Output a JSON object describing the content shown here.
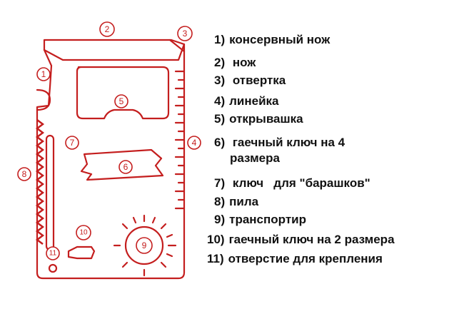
{
  "diagram": {
    "accent_color": "#c41e1e",
    "callouts": [
      "1",
      "2",
      "3",
      "4",
      "5",
      "6",
      "7",
      "8",
      "9",
      "10",
      "11"
    ]
  },
  "legend": [
    {
      "num": "1)",
      "text": "консервный нож"
    },
    {
      "num": "2)",
      "text": " нож"
    },
    {
      "num": "3)",
      "text": " отвертка"
    },
    {
      "num": "4)",
      "text": "линейка"
    },
    {
      "num": "5)",
      "text": "открывашка"
    },
    {
      "num": "6)",
      "text": " гаечный ключ на 4"
    },
    {
      "num": "",
      "text": "размера"
    },
    {
      "num": "7)",
      "text": " ключ   для \"барашков\""
    },
    {
      "num": "8)",
      "text": "пила"
    },
    {
      "num": "9)",
      "text": "транспортир"
    },
    {
      "num": "10)",
      "text": "гаечный ключ на 2 размера"
    },
    {
      "num": "11)",
      "text": "отверстие для крепления"
    }
  ]
}
